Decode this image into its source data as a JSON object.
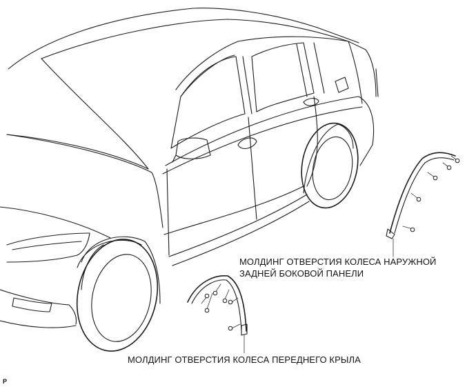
{
  "labels": {
    "rear_molding_line1": "МОЛДИНГ ОТВЕРСТИЯ КОЛЕСА НАРУЖНОЙ",
    "rear_molding_line2": "ЗАДНЕЙ БОКОВОЙ ПАНЕЛИ",
    "front_molding": "МОЛДИНГ ОТВЕРСТИЯ КОЛЕСА ПЕРЕДНЕГО КРЫЛА"
  },
  "corner_mark": "P"
}
